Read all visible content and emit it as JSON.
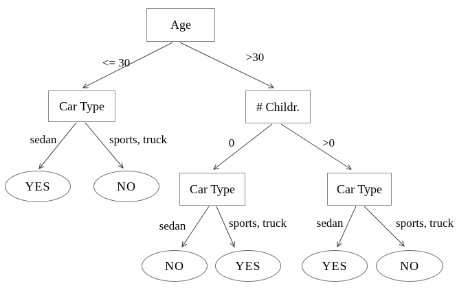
{
  "tree": {
    "type": "decision-tree",
    "decision_nodes": [
      {
        "id": "age",
        "label": "Age"
      },
      {
        "id": "car-type-left",
        "label": "Car Type"
      },
      {
        "id": "num-children",
        "label": "# Childr."
      },
      {
        "id": "car-type-mid",
        "label": "Car Type"
      },
      {
        "id": "car-type-right",
        "label": "Car Type"
      }
    ],
    "leaf_nodes": [
      {
        "id": "leaf-left-yes",
        "label": "YES"
      },
      {
        "id": "leaf-left-no",
        "label": "NO"
      },
      {
        "id": "leaf-mid-no",
        "label": "NO"
      },
      {
        "id": "leaf-mid-yes",
        "label": "YES"
      },
      {
        "id": "leaf-right-yes",
        "label": "YES"
      },
      {
        "id": "leaf-right-no",
        "label": "NO"
      }
    ],
    "edge_labels": [
      {
        "from": "age",
        "to": "car-type-left",
        "label": "<= 30"
      },
      {
        "from": "age",
        "to": "num-children",
        "label": ">30"
      },
      {
        "from": "car-type-left",
        "to": "leaf-left-yes",
        "label": "sedan"
      },
      {
        "from": "car-type-left",
        "to": "leaf-left-no",
        "label": "sports, truck"
      },
      {
        "from": "num-children",
        "to": "car-type-mid",
        "label": "0"
      },
      {
        "from": "num-children",
        "to": "car-type-right",
        "label": ">0"
      },
      {
        "from": "car-type-mid",
        "to": "leaf-mid-no",
        "label": "sedan"
      },
      {
        "from": "car-type-mid",
        "to": "leaf-mid-yes",
        "label": "sports, truck"
      },
      {
        "from": "car-type-right",
        "to": "leaf-right-yes",
        "label": "sedan"
      },
      {
        "from": "car-type-right",
        "to": "leaf-right-no",
        "label": "sports, truck"
      }
    ],
    "colors": {
      "background": "#ffffff",
      "box_border": "#898989",
      "ellipse_border": "#686868",
      "edge_line": "#444444",
      "text": "#000000"
    }
  }
}
